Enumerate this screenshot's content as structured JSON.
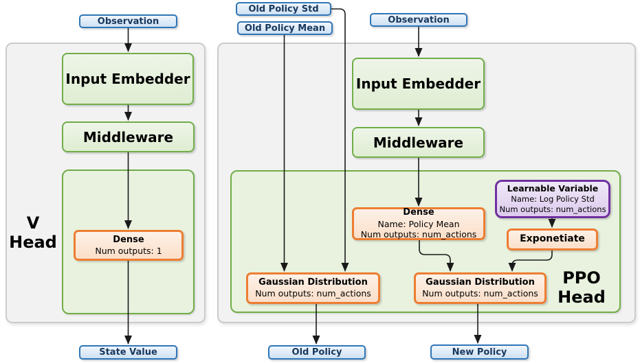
{
  "colors": {
    "blue_border": "#2E75B6",
    "blue_fill_top": "#F0F6FC",
    "blue_fill_bottom": "#CEE1F4",
    "blue_text": "#17375E",
    "green_border": "#70AD47",
    "green_fill_top": "#EEF5E8",
    "green_fill_bottom": "#DFEDD2",
    "green_container_fill": "#E8F2DF",
    "orange_border": "#ED7D31",
    "orange_fill_top": "#FDF1E7",
    "orange_fill_bottom": "#FBDFC9",
    "purple_border": "#7030A0",
    "purple_fill_top": "#EFE8F7",
    "purple_fill_bottom": "#DDCBEE",
    "panel_fill": "#F2F2F2",
    "panel_border": "#CBCBCB",
    "connector": "#1A1A1A"
  },
  "v_head": {
    "label_line1": "V",
    "label_line2": "Head",
    "observation": "Observation",
    "input_embedder": "Input Embedder",
    "middleware": "Middleware",
    "dense": {
      "title": "Dense",
      "line1": "Num outputs: 1"
    },
    "state_value": "State Value"
  },
  "ppo_head": {
    "label_line1": "PPO",
    "label_line2": "Head",
    "old_policy_std": "Old Policy Std",
    "old_policy_mean": "Old Policy Mean",
    "observation": "Observation",
    "input_embedder": "Input Embedder",
    "middleware": "Middleware",
    "dense": {
      "title": "Dense",
      "line1": "Name: Policy Mean",
      "line2": "Num outputs: num_actions"
    },
    "learnable_variable": {
      "title": "Learnable Variable",
      "line1": "Name: Log Policy Std",
      "line2": "Num outputs: num_actions"
    },
    "exponetiate": "Exponetiate",
    "gaussian_old": {
      "title": "Gaussian Distribution",
      "line1": "Num outputs: num_actions"
    },
    "gaussian_new": {
      "title": "Gaussian Distribution",
      "line1": "Num outputs: num_actions"
    },
    "old_policy": "Old Policy",
    "new_policy": "New Policy"
  }
}
